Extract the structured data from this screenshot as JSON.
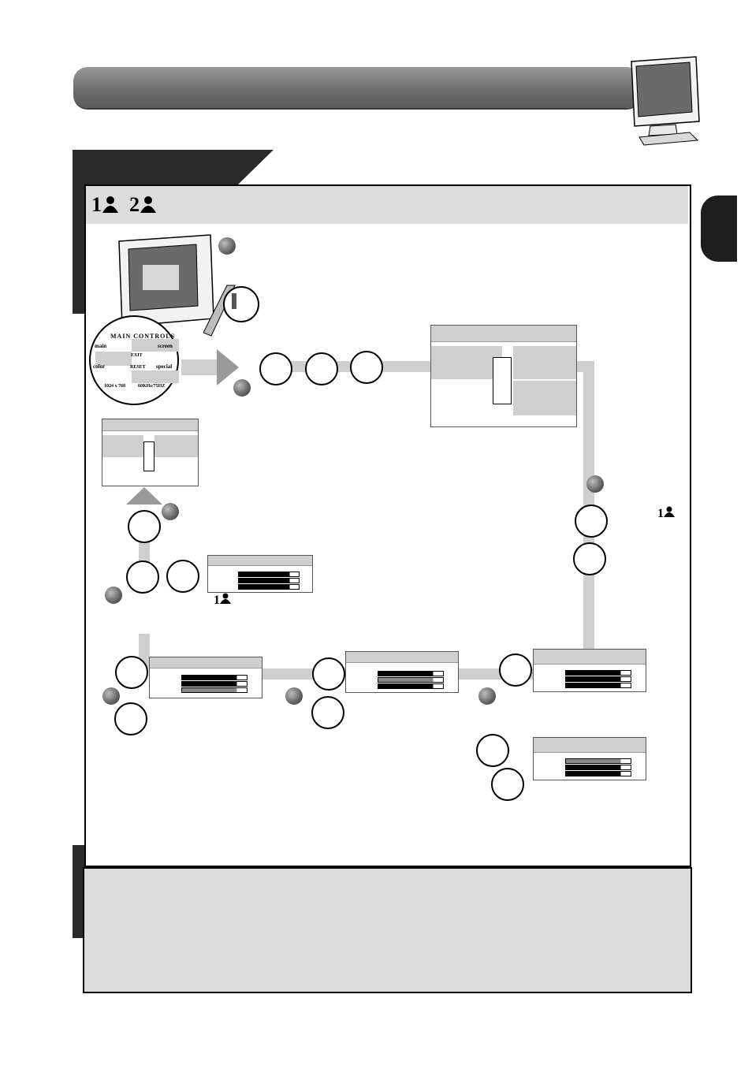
{
  "header": {
    "icon_1": "1",
    "icon_2": "2",
    "person_glyph": "person-icon"
  },
  "osd": {
    "title": "MAIN CONTROLS",
    "group_main": "main",
    "group_screen": "screen",
    "group_color": "color",
    "group_special": "special",
    "exit": "EXIT",
    "reset": "RESET",
    "resolution": "1024 x 768",
    "frequency": "60KHz/75HZ"
  },
  "callouts": {
    "user1_label": "1",
    "user1_label_b": "1"
  },
  "colors": {
    "title_bar": "#7a7a7a",
    "path": "#cfcfcf",
    "header_strip": "#dcdcdc",
    "side_tab": "#1e1e1e"
  }
}
